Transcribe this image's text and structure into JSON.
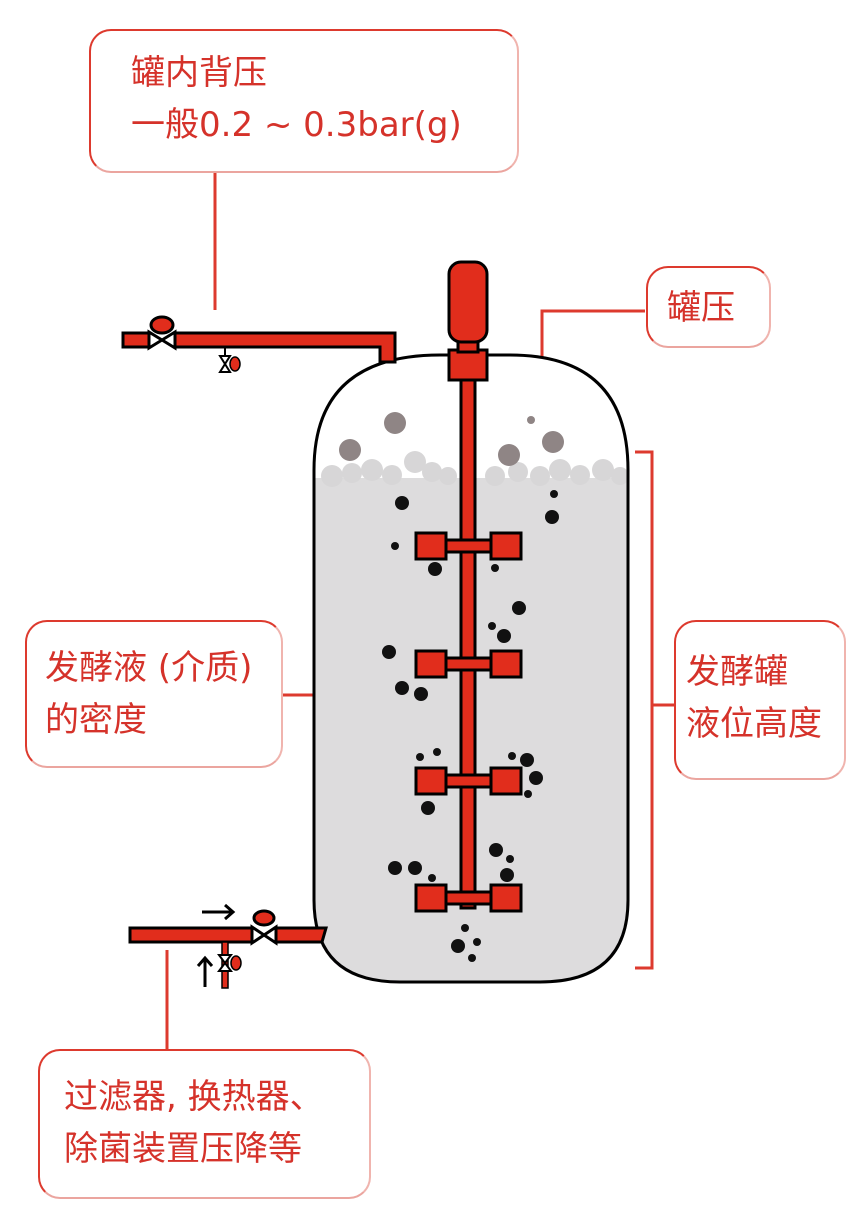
{
  "diagram": {
    "title": "发酵罐压力相关因素示意图",
    "colors": {
      "accent": "#e12d1c",
      "label_text": "#d5322a",
      "outline": "#000000",
      "liquid": "#dddcdd",
      "foam": "#d7d6d7",
      "gas_bubble": "#8f8585",
      "particle": "#111111",
      "background": "#ffffff"
    },
    "labels": {
      "back_pressure": {
        "line1": "罐内背压",
        "line2": "一般0.2 ~ 0.3bar(g)"
      },
      "tank_pressure": {
        "line1": "罐压"
      },
      "broth_density": {
        "line1": "发酵液 (介质)",
        "line2": "的密度"
      },
      "liquid_level": {
        "line1": "发酵罐",
        "line2": "液位高度"
      },
      "pressure_drop": {
        "line1": "过滤器, 换热器、",
        "line2": "除菌装置压降等"
      }
    },
    "components": [
      {
        "name": "motor",
        "icon": "motor-icon"
      },
      {
        "name": "agitator-shaft",
        "impellers": 4
      },
      {
        "name": "exhaust-pipe-valve",
        "icon": "valve-icon"
      },
      {
        "name": "inlet-pipe-valve",
        "icon": "valve-icon"
      },
      {
        "name": "flow-arrow-right",
        "icon": "arrow-right-icon"
      },
      {
        "name": "flow-arrow-up",
        "icon": "arrow-up-icon"
      }
    ]
  }
}
